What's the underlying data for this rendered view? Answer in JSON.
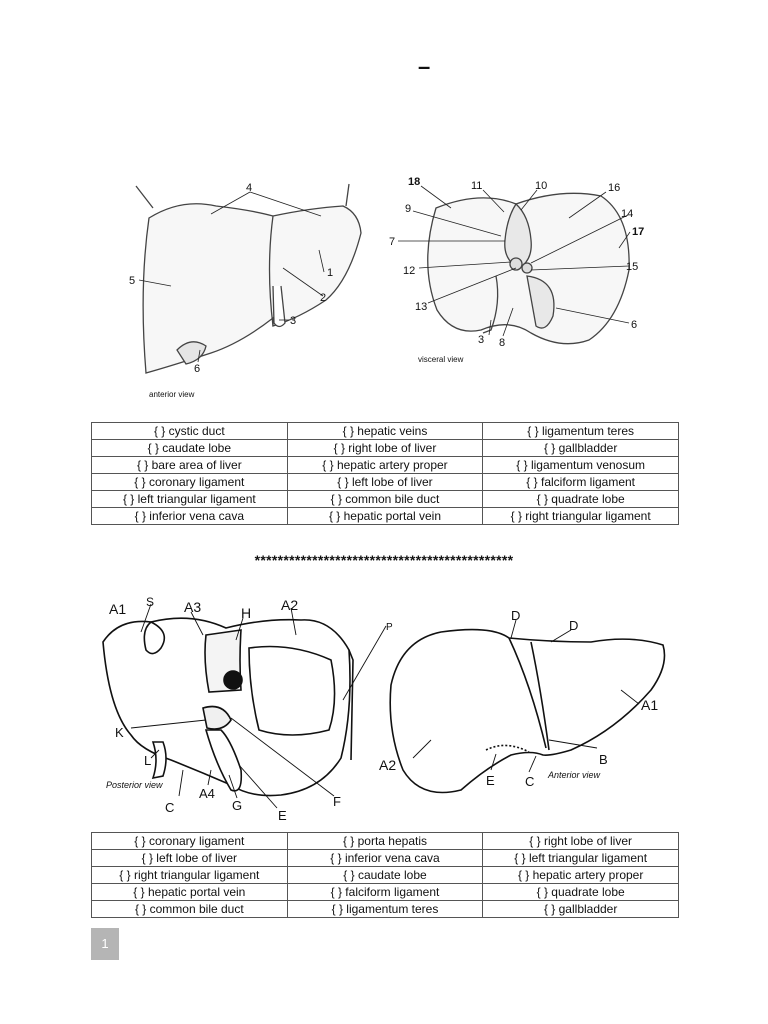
{
  "header": {
    "title_mark": "–"
  },
  "figure1": {
    "anterior_caption": "anterior view",
    "visceral_caption": "visceral view",
    "labels": [
      "1",
      "2",
      "3",
      "4",
      "5",
      "6",
      "7",
      "8",
      "9",
      "10",
      "11",
      "12",
      "13",
      "14",
      "15",
      "16",
      "17",
      "18",
      "3",
      "6"
    ]
  },
  "table1": {
    "rows": [
      [
        "{        } cystic duct",
        "{        } hepatic veins",
        "{        } ligamentum teres"
      ],
      [
        "{        } caudate lobe",
        "{        } right lobe of liver",
        "{        } gallbladder"
      ],
      [
        "{        } bare area of liver",
        "{        } hepatic artery proper",
        "{        } ligamentum venosum"
      ],
      [
        "{        } coronary ligament",
        "{        } left lobe of liver",
        "{        } falciform ligament"
      ],
      [
        "{        } left triangular ligament",
        "{        } common bile duct",
        "{        } quadrate lobe"
      ],
      [
        "{        } inferior vena cava",
        "{        } hepatic portal vein",
        "{        } right triangular ligament"
      ]
    ]
  },
  "divider": "*********************************************",
  "figure2": {
    "posterior_caption": "Posterior view",
    "anterior_caption": "Anterior view",
    "labels": [
      "A1",
      "S",
      "A3",
      "H",
      "A2",
      "P",
      "K",
      "L",
      "C",
      "A4",
      "G",
      "E",
      "F",
      "D",
      "D",
      "A1",
      "A2",
      "B",
      "E",
      "C"
    ]
  },
  "table2": {
    "rows": [
      [
        "{        } coronary ligament",
        "{        } porta hepatis",
        "{        } right lobe of liver"
      ],
      [
        "{        } left lobe of liver",
        "{        } inferior vena cava",
        "{        } left triangular ligament"
      ],
      [
        "{        } right triangular ligament",
        "{        } caudate lobe",
        "{        } hepatic artery proper"
      ],
      [
        "{        } hepatic portal vein",
        "{        } falciform ligament",
        "{        } quadrate lobe"
      ],
      [
        "{        } common bile duct",
        "{        } ligamentum teres",
        "{        } gallbladder"
      ]
    ]
  },
  "footer": {
    "page_number": "1"
  }
}
